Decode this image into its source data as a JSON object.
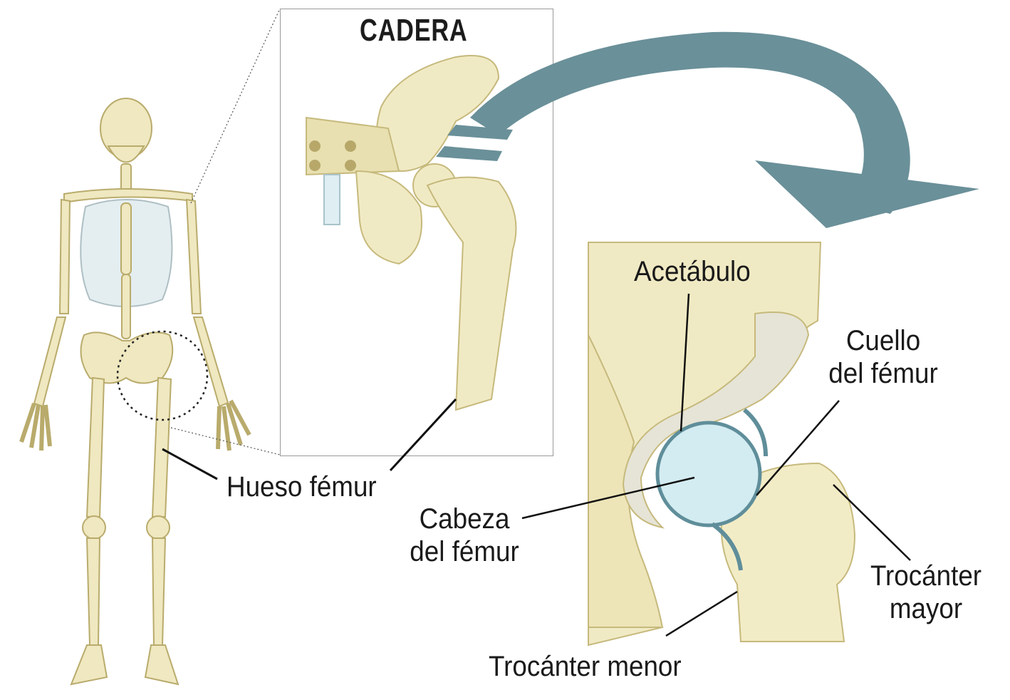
{
  "title": "CADERA",
  "colors": {
    "bone": "#f1ecc4",
    "bone_shadow": "#dcd39a",
    "bone_outline": "#c9bd7e",
    "cartilage": "#cfe8ee",
    "cartilage_edge": "#5f8e9a",
    "arrow": "#6a9099",
    "leader": "#111111"
  },
  "figures": {
    "skeleton": "full-body-skeleton-front-view",
    "zoom_panel": "hip-joint-zoom-panel",
    "detail_panel": "hip-joint-cross-section"
  },
  "labels": {
    "hueso_femur": "Hueso fémur",
    "acetabulo": "Acetábulo",
    "cuello_line1": "Cuello",
    "cuello_line2": "del fémur",
    "cabeza_line1": "Cabeza",
    "cabeza_line2": "del fémur",
    "trocanter_mayor_line1": "Trocánter",
    "trocanter_mayor_line2": "mayor",
    "trocanter_menor": "Trocánter menor"
  }
}
